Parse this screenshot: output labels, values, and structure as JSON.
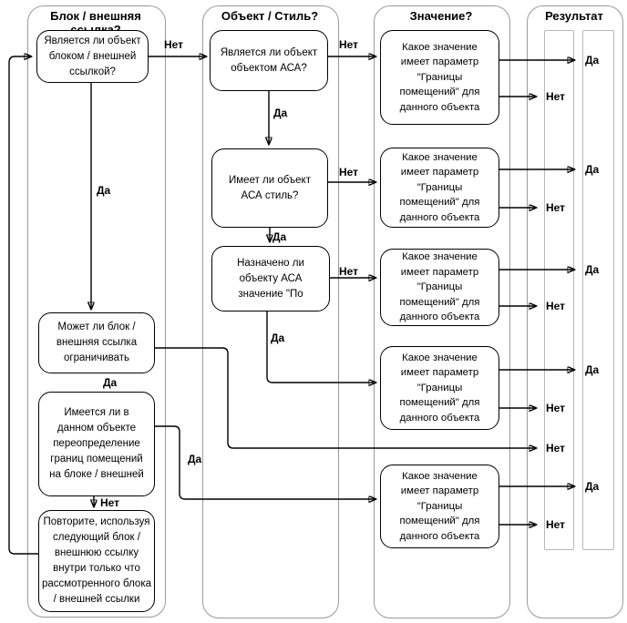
{
  "diagram": {
    "type": "flowchart",
    "language": "ru",
    "columns": {
      "block": {
        "title_line1": "Блок / внешняя",
        "title_line2": "ссылка?"
      },
      "object_style": {
        "title": "Объект / Стиль?"
      },
      "value": {
        "title": "Значение?"
      },
      "result": {
        "title": "Результат"
      }
    },
    "boxes": {
      "is_block_xref": "Является ли объект\nблоком / внешней\nссылкой?",
      "can_limit": "Может ли блок /\nвнешняя ссылка\nограничивать",
      "has_override": "Имеется ли в\nданном объекте\nпереопределение\nграниц помещений\nна блоке / внешней",
      "repeat_next": "Повторите, используя\nследующий блок /\nвнешнюю ссылку\nвнутри только что\nрассмотренного блока\n/ внешней ссылки",
      "is_aca_object": "Является ли объект\nобъектом АСА?",
      "has_aca_style": "Имеет ли объект\nАСА стиль?",
      "assigned_by": "Назначено ли\nобъекту АСА\nзначение \"По",
      "value_question": "Какое значение\nимеет параметр\n\"Границы\nпомещений\" для\nданного объекта"
    },
    "labels": {
      "yes": "Да",
      "no": "Нет"
    },
    "colors": {
      "background": "#ffffff",
      "flow_line": "#000000",
      "box_border": "#000000",
      "lane_border": "#9a9a9a",
      "sublane_border": "#b8b8b8",
      "text": "#000000"
    }
  }
}
